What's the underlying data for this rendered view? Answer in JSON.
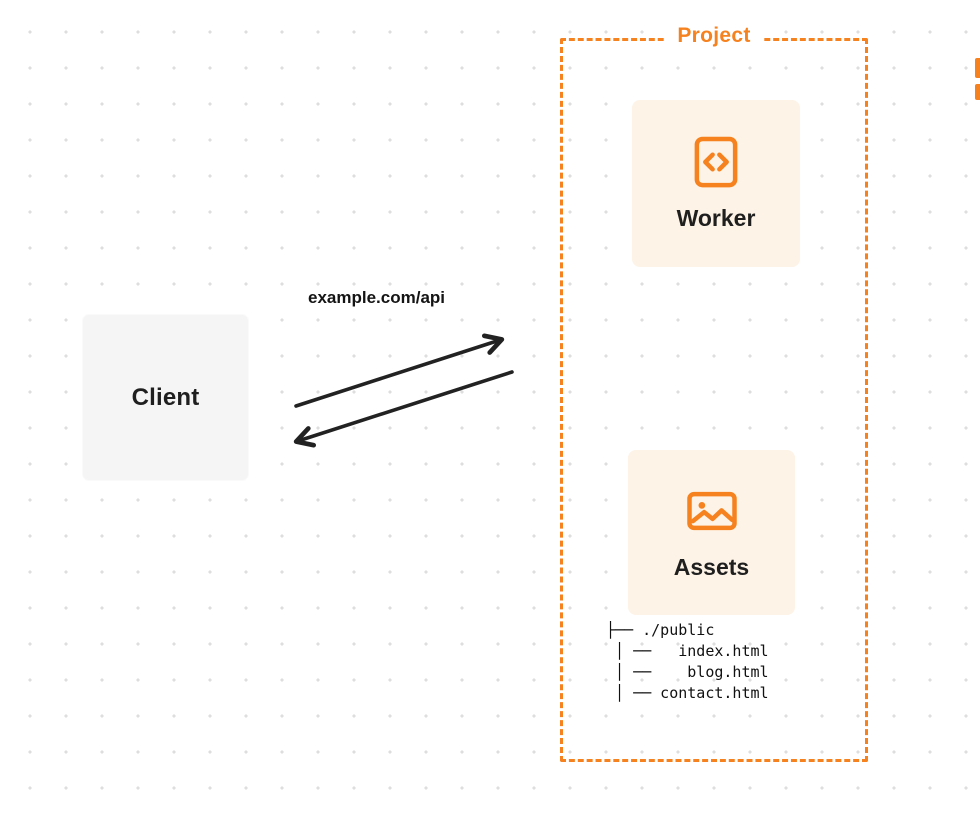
{
  "diagram": {
    "client": {
      "label": "Client"
    },
    "request_label": "example.com/api",
    "project": {
      "label": "Project",
      "worker": {
        "label": "Worker",
        "icon": "code-icon"
      },
      "assets": {
        "label": "Assets",
        "icon": "image-icon"
      },
      "file_tree": [
        "├── ./public",
        " │ ──   index.html",
        " │ ──    blog.html",
        " │ ── contact.html"
      ]
    },
    "colors": {
      "accent_orange": "#F6821F",
      "card_background": "#FDF3E6",
      "client_background": "#F5F5F6",
      "arrow_color": "#222222",
      "text_dark": "#1F1F1F"
    }
  }
}
